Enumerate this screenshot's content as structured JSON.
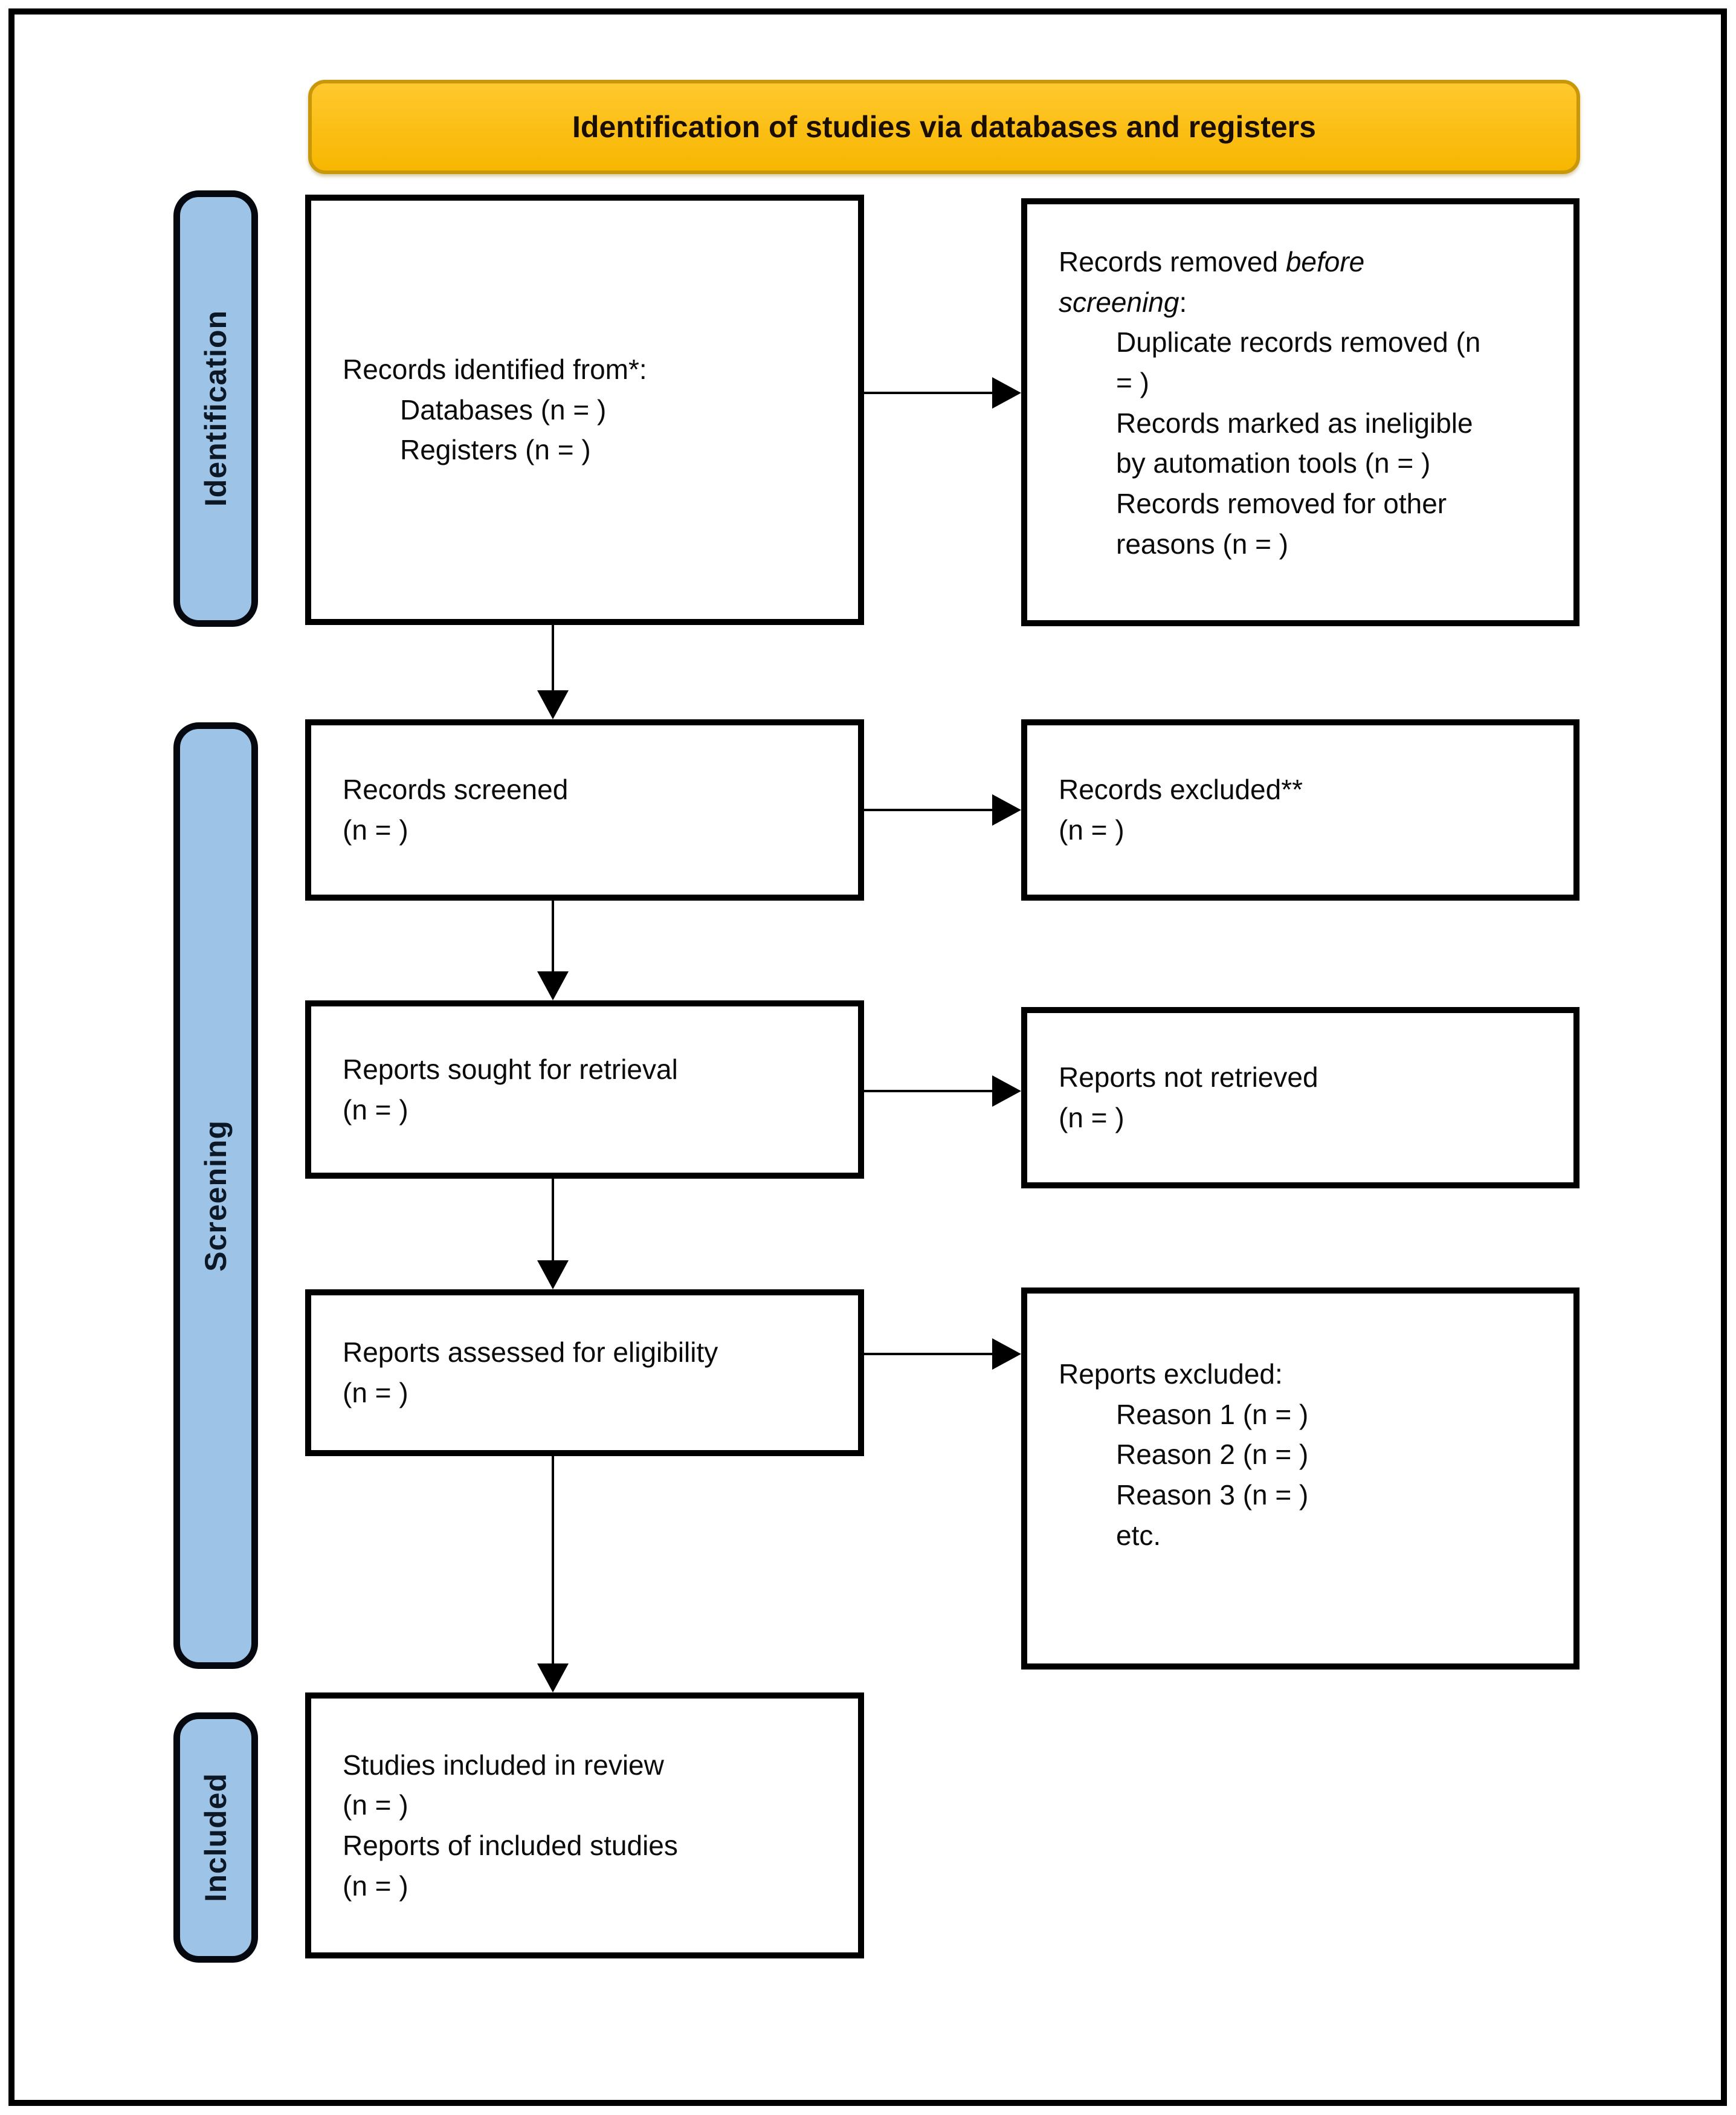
{
  "banner": {
    "title": "Identification of studies via databases and registers"
  },
  "phases": [
    {
      "label": "Identification"
    },
    {
      "label": "Screening"
    },
    {
      "label": "Included"
    }
  ],
  "boxes": {
    "identified": {
      "line1": "Records identified from*:",
      "items": [
        "Databases (n = )",
        "Registers (n = )"
      ]
    },
    "removed": {
      "line1_plain": "Records removed ",
      "line1_italic": "before",
      "line2_italic": "screening",
      "line2_plain": ":",
      "items": [
        "Duplicate records removed (n = )",
        "Records marked as ineligible by automation tools (n = )",
        "Records removed for other reasons (n = )"
      ]
    },
    "screened": {
      "line1": "Records screened",
      "line2": "(n = )"
    },
    "excluded": {
      "line1": "Records excluded**",
      "line2": "(n = )"
    },
    "sought": {
      "line1": "Reports sought for retrieval",
      "line2": "(n = )"
    },
    "not_retrieved": {
      "line1": "Reports not retrieved",
      "line2": "(n = )"
    },
    "assessed": {
      "line1": "Reports assessed for eligibility",
      "line2": "(n = )"
    },
    "reports_excluded": {
      "line1": "Reports excluded:",
      "items": [
        "Reason 1 (n = )",
        "Reason 2 (n = )",
        "Reason 3 (n = )",
        "etc."
      ]
    },
    "included": {
      "line1": "Studies included in review",
      "line2": "(n = )",
      "line3": "Reports of included studies",
      "line4": "(n = )"
    }
  },
  "colors": {
    "banner_fill": "#FFC107",
    "banner_border": "#C9980A",
    "phase_fill": "#9DC3E6",
    "box_border": "#000000",
    "background": "#FFFFFF"
  }
}
